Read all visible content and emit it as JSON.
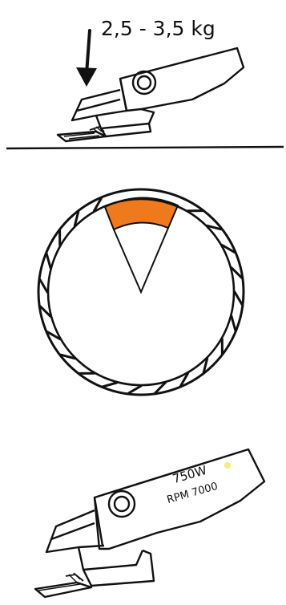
{
  "panels": {
    "top": {
      "weight_label": "2,5 - 3,5 kg"
    },
    "middle": {
      "highlight_color": "#ef7a1e"
    },
    "bottom": {
      "power_label": "750W",
      "rpm_label": "RPM 7000",
      "accent_color": "#f3ef7e"
    }
  }
}
